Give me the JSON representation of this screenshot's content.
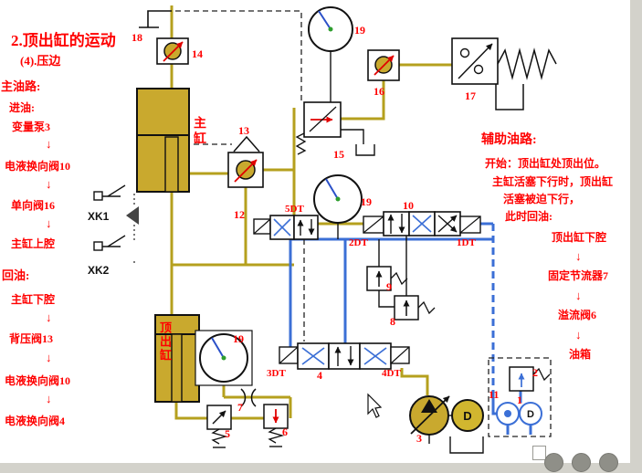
{
  "page": {
    "title": "2.顶出缸的运动",
    "subtitle": "(4).压边"
  },
  "main_flow": {
    "header": "主油路:",
    "inlet_label": "进油:",
    "inlet_items": [
      "变量泵3",
      "电液换向阀10",
      "单向阀16",
      "主缸上腔"
    ],
    "return_label": "回油:",
    "return_items": [
      "主缸下腔",
      "背压阀13",
      "电液换向阀10",
      "电液换向阀4"
    ],
    "arrow_glyph": "↓"
  },
  "aux_flow": {
    "header": "辅助油路:",
    "desc_lines": [
      "开始：顶出缸处顶出位。",
      "主缸活塞下行时，顶出缸",
      "活塞被迫下行，",
      "此时回油:"
    ],
    "chain_items": [
      "顶出缸下腔",
      "固定节流器7",
      "溢流阀6",
      "油箱"
    ],
    "arrow_glyph": "↓"
  },
  "diagram": {
    "cylinders": {
      "main": "主缸",
      "ejector": "顶出缸"
    },
    "switches": {
      "xk1": "XK1",
      "xk2": "XK2"
    },
    "component_numbers": {
      "c1": "1",
      "c2": "2",
      "c3": "3",
      "c4": "4",
      "c5": "5",
      "c6": "6",
      "c7": "7",
      "c8": "8",
      "c9": "9",
      "c10": "10",
      "c11": "11",
      "c12": "12",
      "c13": "13",
      "c14": "14",
      "c15": "15",
      "c16": "16",
      "c17": "17",
      "c18": "18",
      "c19": "19"
    },
    "solenoid_tags": {
      "dt1": "1DT",
      "dt2": "2DT",
      "dt3": "3DT",
      "dt4": "4DT",
      "dt5": "5DT"
    },
    "motor_letter": "D",
    "colors": {
      "pipe_main": "#b5a01e",
      "pipe_aux": "#3b6fd6",
      "label_red": "#ff0000",
      "cylinder_fill": "#c9a92e"
    }
  }
}
